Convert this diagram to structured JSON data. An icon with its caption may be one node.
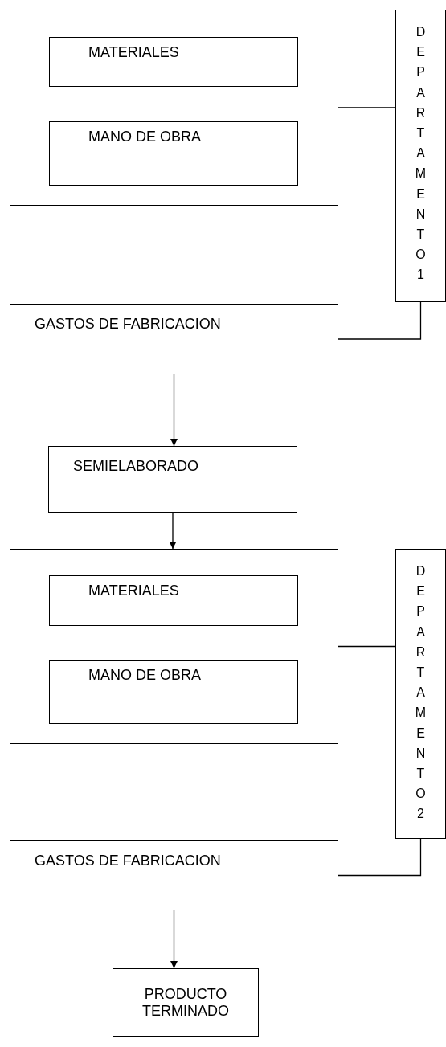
{
  "diagram": {
    "nodes": [
      {
        "text": [],
        "shape": "box"
      },
      {
        "text": [
          "MATERIALES"
        ],
        "in": 0
      },
      {
        "text": [
          "MANO DE OBRA"
        ],
        "in": 0
      },
      {
        "text": [
          "DEPARTAMENTO 1"
        ]
      },
      {
        "text": [
          "GASTOS DE FABRICACION"
        ]
      },
      {
        "text": [
          "SEMIELABORADO"
        ]
      },
      {
        "text": [],
        "shape": "box"
      },
      {
        "text": [
          "MATERIALES"
        ],
        "in": 6
      },
      {
        "text": [
          "MANO DE OBRA"
        ],
        "in": 6
      },
      {
        "text": [
          "DEPARTAMENTO 2"
        ]
      },
      {
        "text": [
          "GASTOS DE FABRICACION"
        ]
      },
      {
        "text": [
          "PRODUCTO TERMINADO"
        ]
      }
    ],
    "edges": [
      {
        "from": 0,
        "to": 3,
        "arrow": "none"
      },
      {
        "from": 3,
        "to": 4,
        "arrow": "none"
      },
      {
        "from": 4,
        "to": 5,
        "arrow": "to"
      },
      {
        "from": 5,
        "to": 6,
        "arrow": "to"
      },
      {
        "from": 6,
        "to": 9,
        "arrow": "none"
      },
      {
        "from": 9,
        "to": 10,
        "arrow": "none"
      },
      {
        "from": 10,
        "to": 11,
        "arrow": "to"
      }
    ]
  }
}
